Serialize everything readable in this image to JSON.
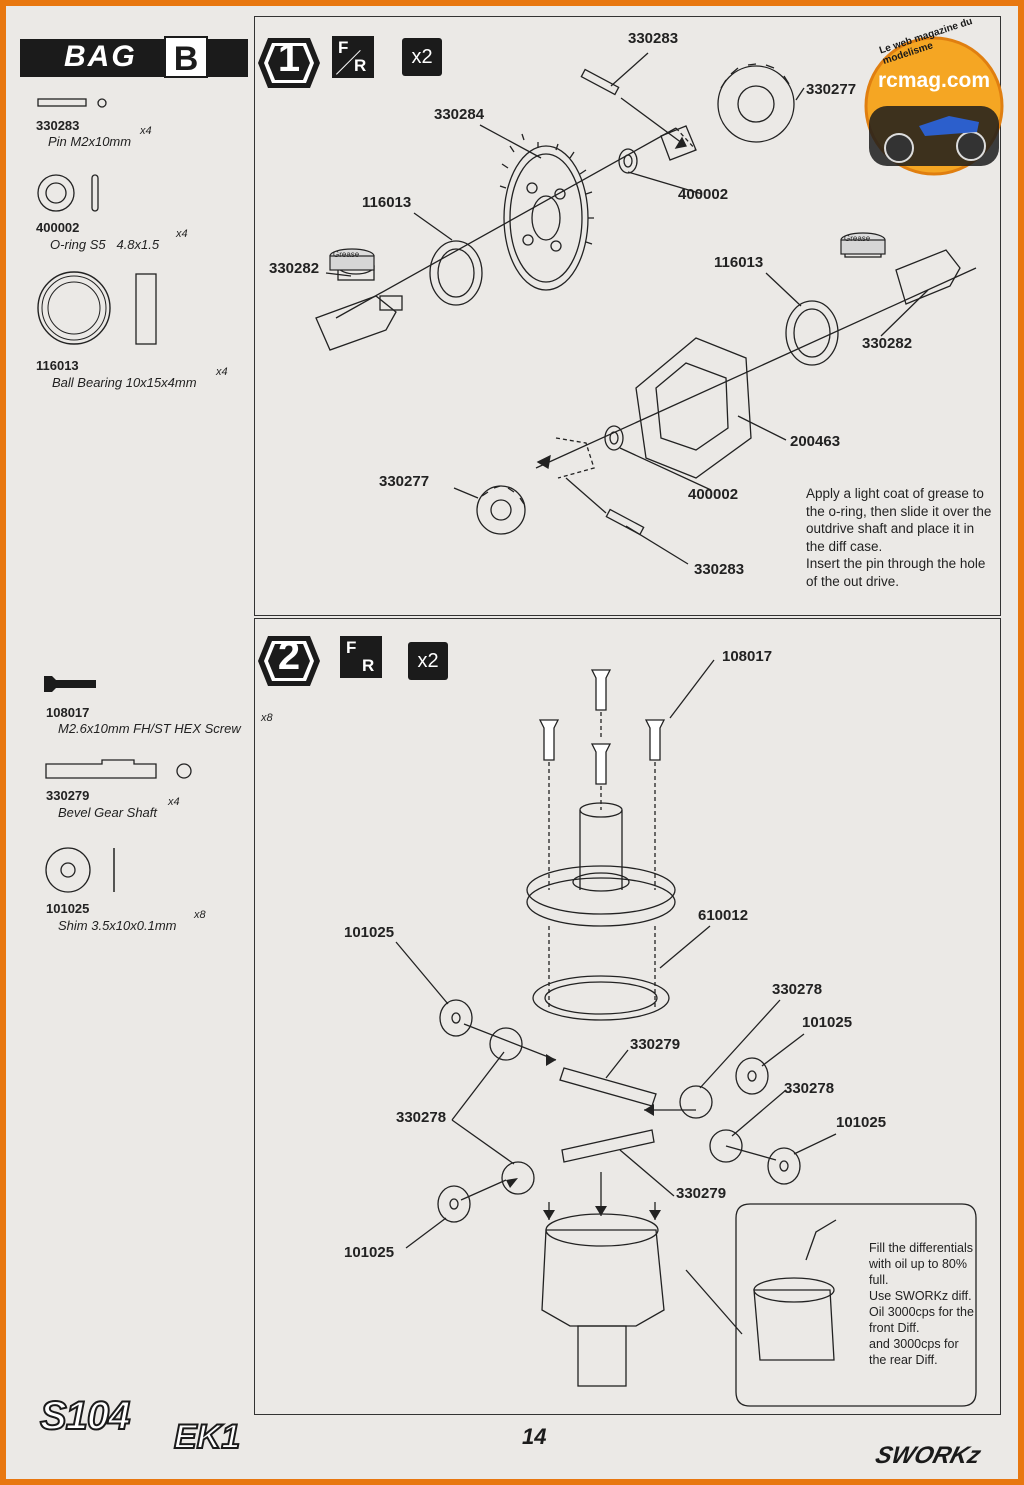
{
  "bag": {
    "label": "BAG",
    "letter": "B"
  },
  "watermark": {
    "site": "rcmag.com",
    "tagline": "Le web magazine du modelisme"
  },
  "step1": {
    "number": "1",
    "fr_f": "F",
    "fr_r": "R",
    "qty": "x2",
    "parts_list": [
      {
        "code": "330283",
        "name": "Pin M2x10mm",
        "qty": "x4"
      },
      {
        "code": "400002",
        "name": "O-ring S5   4.8x1.5",
        "qty": "x4"
      },
      {
        "code": "116013",
        "name": "Ball Bearing 10x15x4mm",
        "qty": "x4"
      }
    ],
    "callouts": {
      "c330283_top": "330283",
      "c330277_top": "330277",
      "c330284": "330284",
      "c400002_top": "400002",
      "c116013_left": "116013",
      "c330282_left": "330282",
      "c116013_right": "116013",
      "c330282_right": "330282",
      "c200463": "200463",
      "c400002_bottom": "400002",
      "c330277_bottom": "330277",
      "c330283_bottom": "330283"
    },
    "grease_label": "Grease",
    "note": [
      "Apply a light coat of grease to",
      "the o-ring, then slide it over the",
      "outdrive shaft and place it in",
      "the diff case.",
      "Insert the pin through the hole",
      "of the out drive."
    ]
  },
  "step2": {
    "number": "2",
    "fr_f": "F",
    "fr_r": "R",
    "qty": "x2",
    "parts_list": [
      {
        "code": "108017",
        "name": "M2.6x10mm FH/ST HEX Screw",
        "qty": "x8"
      },
      {
        "code": "330279",
        "name": "Bevel Gear Shaft",
        "qty": "x4"
      },
      {
        "code": "101025",
        "name": "Shim 3.5x10x0.1mm",
        "qty": "x8"
      }
    ],
    "callouts": {
      "c108017": "108017",
      "c610012": "610012",
      "c101025_a": "101025",
      "c330278_a": "330278",
      "c101025_b": "101025",
      "c330279_a": "330279",
      "c330278_b": "330278",
      "c330278_c": "330278",
      "c101025_c": "101025",
      "c330279_b": "330279",
      "c101025_d": "101025"
    },
    "note": [
      "Fill the differentials",
      "with oil up to 80%",
      "full.",
      "Use SWORKz diff.",
      "Oil 3000cps for the",
      "front Diff.",
      "and 3000cps for",
      "the rear Diff."
    ]
  },
  "footer": {
    "model": "S104",
    "model_suffix": "EK1",
    "page_number": "14",
    "brand": "SWORKz"
  }
}
